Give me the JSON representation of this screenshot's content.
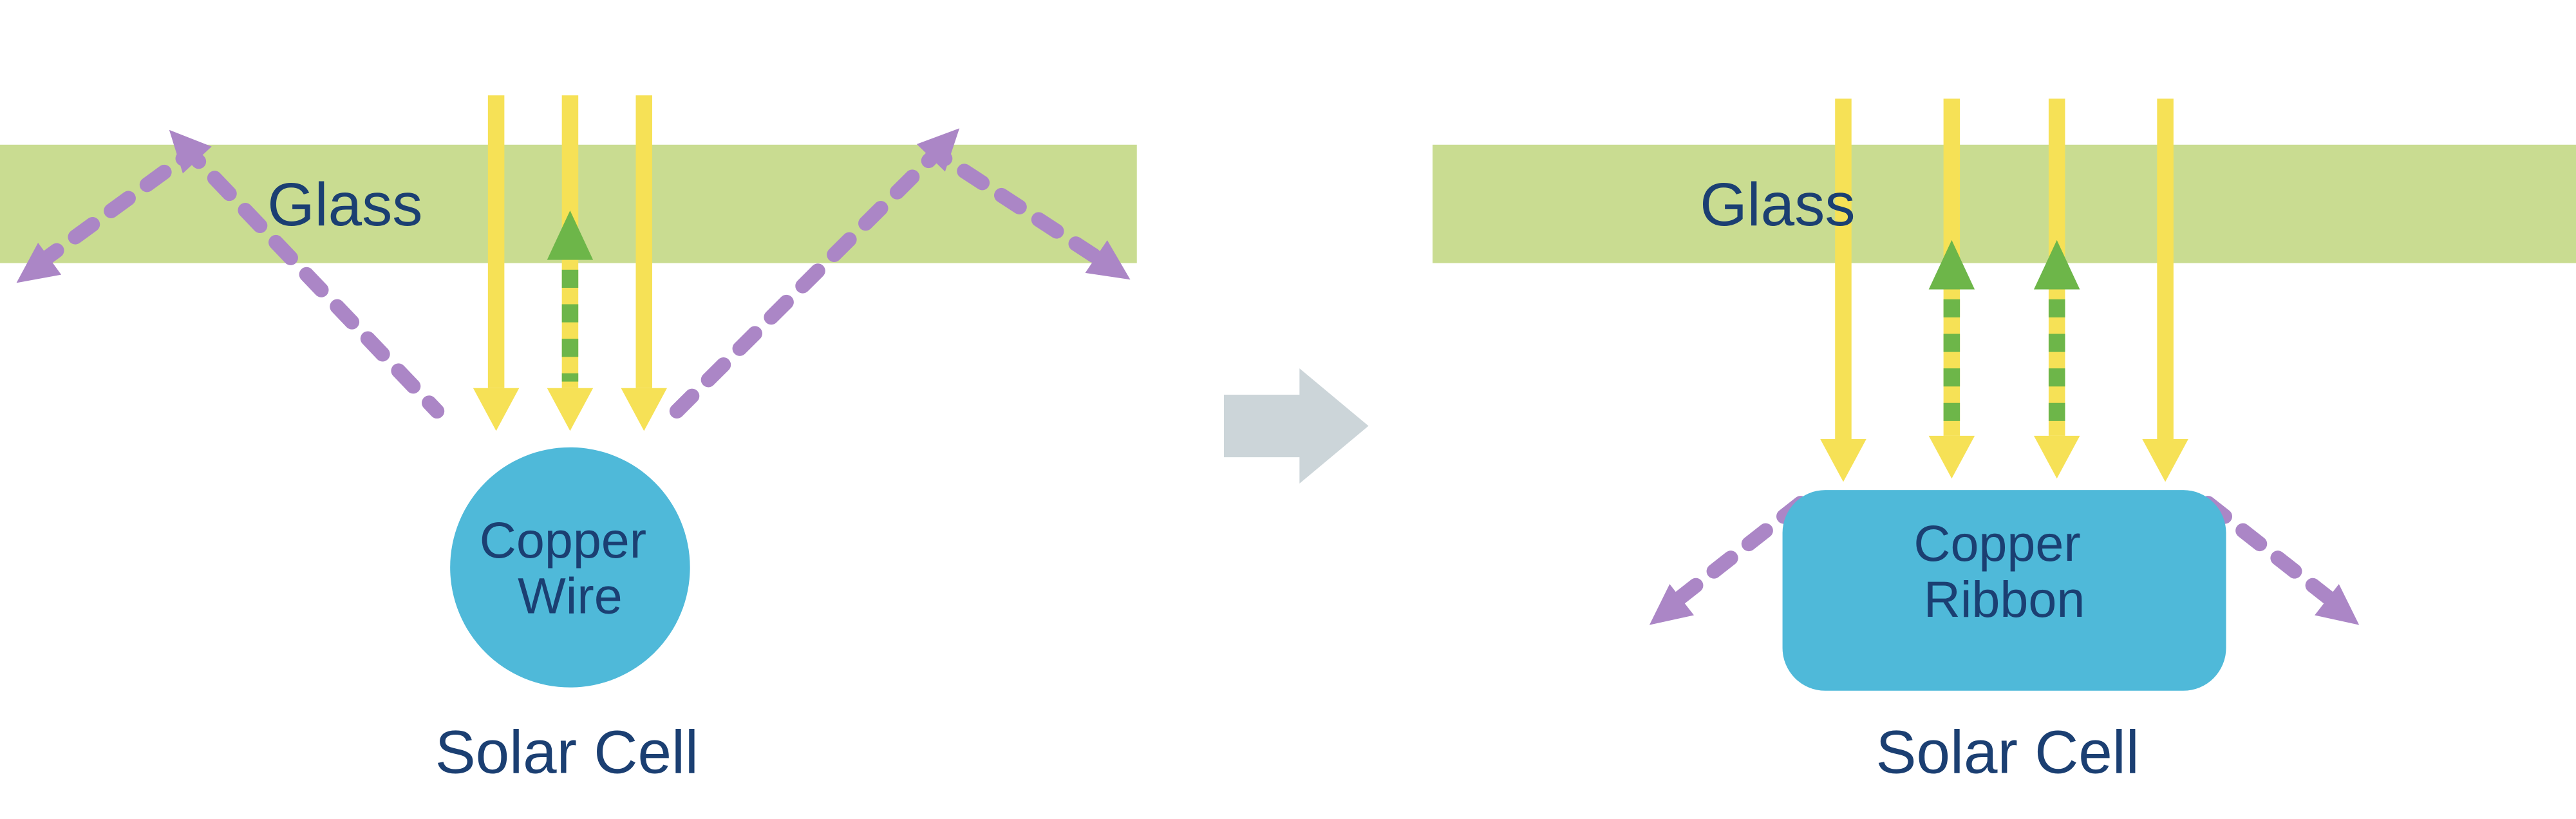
{
  "diagram": {
    "left_panel": {
      "glass_label": "Glass",
      "component_label_line1": "Copper",
      "component_label_line2": "Wire",
      "caption": "Solar Cell"
    },
    "right_panel": {
      "glass_label": "Glass",
      "component_label_line1": "Copper",
      "component_label_line2": "Ribbon",
      "caption": "Solar Cell"
    }
  },
  "colors": {
    "glass-green": "#c9dc91",
    "sunlight-yellow": "#f6e156",
    "reflected-green": "#6db649",
    "scatter-purple": "#ab86c6",
    "copper-blue": "#4fb9d9",
    "text-navy": "#1b3f72",
    "transform-gray": "#ccd5d9"
  }
}
